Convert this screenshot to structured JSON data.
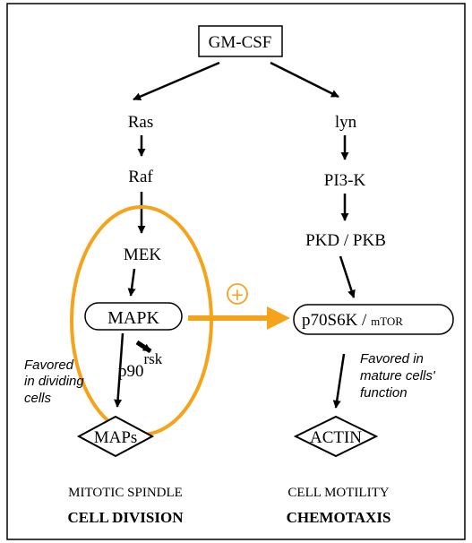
{
  "nodes": {
    "gmcsf": "GM-CSF",
    "ras": "Ras",
    "raf": "Raf",
    "mek": "MEK",
    "mapk": "MAPK",
    "p90": "p90",
    "p90_sup": "rsk",
    "lyn": "lyn",
    "pi3k": "PI3-K",
    "pkd": "PKD / PKB",
    "p70": "p70S6K / ",
    "mtor": "mTOR",
    "maps": "MAPs",
    "actin": "ACTIN"
  },
  "plus_symbol": "+",
  "notes": {
    "left": [
      "Favored",
      "in dividing",
      "cells"
    ],
    "right": [
      "Favored in",
      "mature cells'",
      "function"
    ]
  },
  "outcomes": {
    "left_caption": "MITOTIC SPINDLE",
    "left_title": "CELL DIVISION",
    "right_caption": "CELL MOTILITY",
    "right_title": "CHEMOTAXIS"
  },
  "colors": {
    "accent": "#f5a31a",
    "ink": "#000000"
  }
}
